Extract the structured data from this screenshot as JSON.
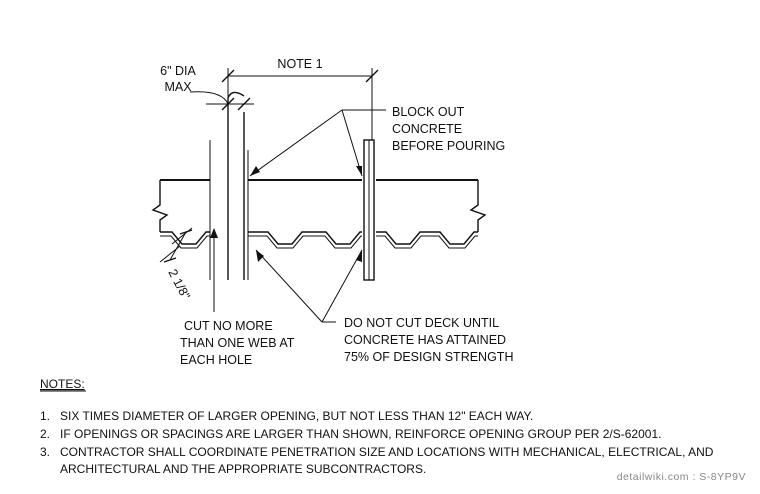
{
  "labels": {
    "note1": "NOTE 1",
    "dia_line1": "6\" DIA",
    "dia_line2": "MAX",
    "blockout": [
      "BLOCK OUT",
      "CONCRETE",
      "BEFORE POURING"
    ],
    "dim_2_1_8": "2 1/8\"",
    "cut": [
      "CUT NO MORE",
      "THAN ONE WEB AT",
      "EACH HOLE"
    ],
    "donot": [
      "DO NOT CUT DECK UNTIL",
      "CONCRETE HAS ATTAINED",
      "75% OF DESIGN STRENGTH"
    ]
  },
  "notes": {
    "heading": "NOTES:",
    "items": [
      {
        "num": "1.",
        "lines": [
          "SIX TIMES DIAMETER OF LARGER OPENING, BUT NOT LESS THAN 12\" EACH WAY."
        ]
      },
      {
        "num": "2.",
        "lines": [
          "IF OPENINGS OR SPACINGS ARE LARGER THAN SHOWN, REINFORCE OPENING GROUP PER 2/S-62001."
        ]
      },
      {
        "num": "3.",
        "lines": [
          "CONTRACTOR SHALL COORDINATE PENETRATION SIZE AND LOCATIONS WITH MECHANICAL, ELECTRICAL, AND",
          "ARCHITECTURAL AND THE APPROPRIATE SUBCONTRACTORS."
        ]
      }
    ]
  },
  "watermark": "detailwiki.com : S-8YP9V"
}
